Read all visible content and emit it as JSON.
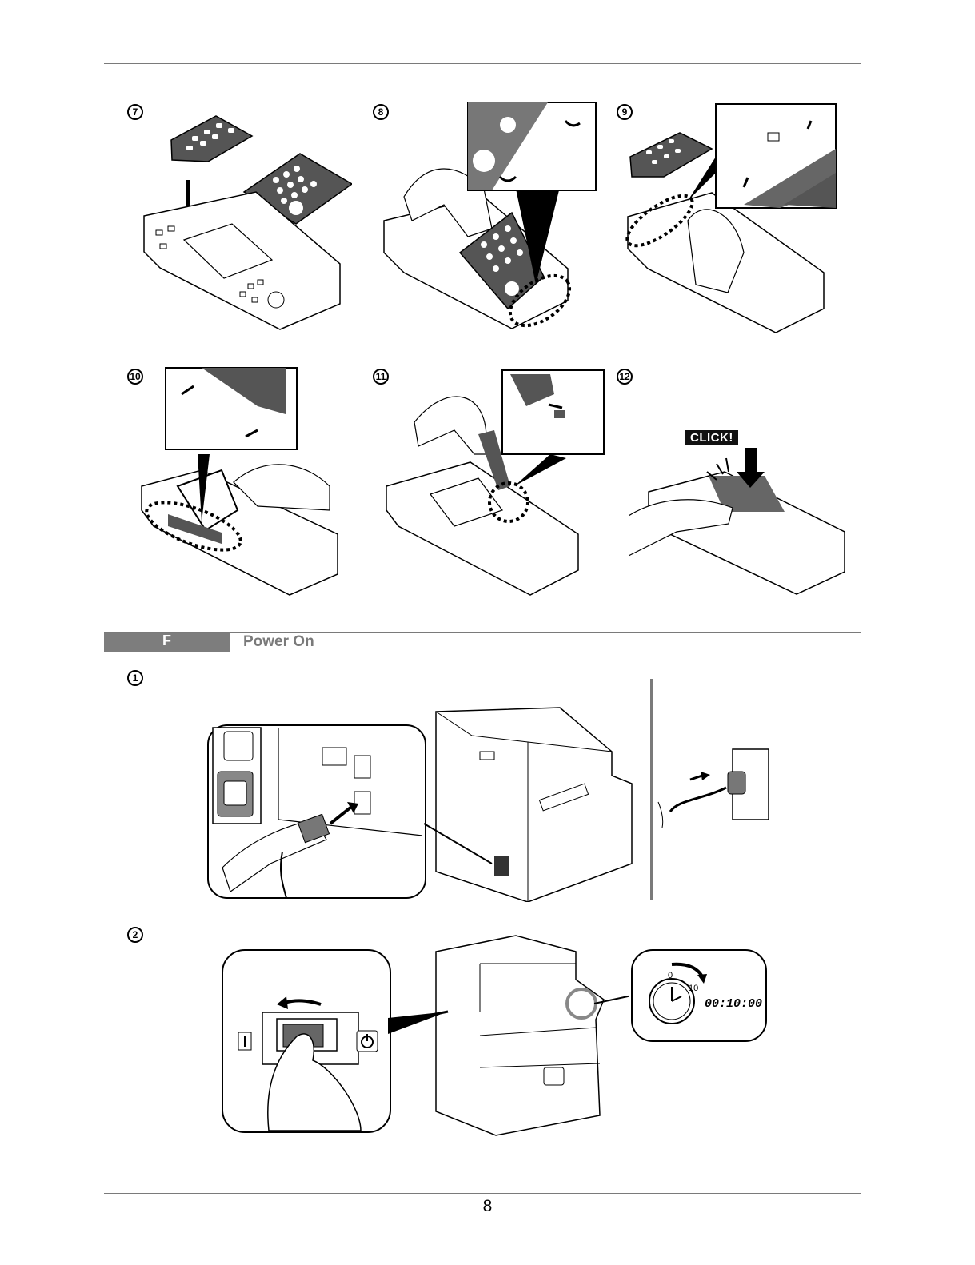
{
  "top_steps": [
    {
      "number": "7"
    },
    {
      "number": "8"
    },
    {
      "number": "9"
    },
    {
      "number": "10"
    },
    {
      "number": "11"
    },
    {
      "number": "12"
    }
  ],
  "click_label": "CLICK!",
  "section": {
    "letter": "F",
    "title": "Power On",
    "steps": [
      {
        "number": "1"
      },
      {
        "number": "2"
      }
    ]
  },
  "clock": {
    "display": "00:10:00",
    "dial_start": "0",
    "dial_end": "10"
  },
  "page_number": "8"
}
